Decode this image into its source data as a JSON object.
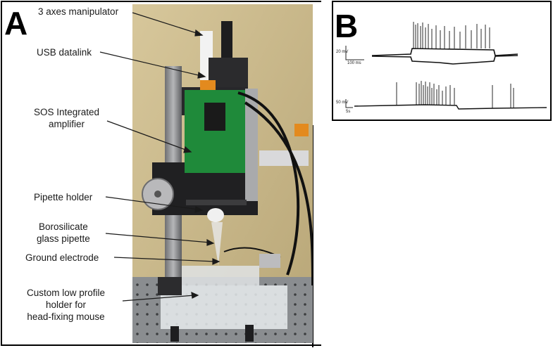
{
  "panel_a": {
    "letter": "A",
    "labels": {
      "manipulator": "3 axes manipulator",
      "usb": "USB datalink",
      "amp_line1": "SOS Integrated",
      "amp_line2": "amplifier",
      "pipette_holder": "Pipette holder",
      "glass_line1": "Borosilicate",
      "glass_line2": "glass pipette",
      "ground": "Ground electrode",
      "custom_line1": "Custom low profile",
      "custom_line2": "holder for",
      "custom_line3": "head-fixing mouse"
    }
  },
  "panel_b": {
    "letter": "B",
    "top_trace": {
      "scale_y": "20 mV",
      "scale_x": "100 ms"
    },
    "bottom_trace": {
      "scale_y": "50 mV",
      "scale_x": "5s"
    }
  }
}
